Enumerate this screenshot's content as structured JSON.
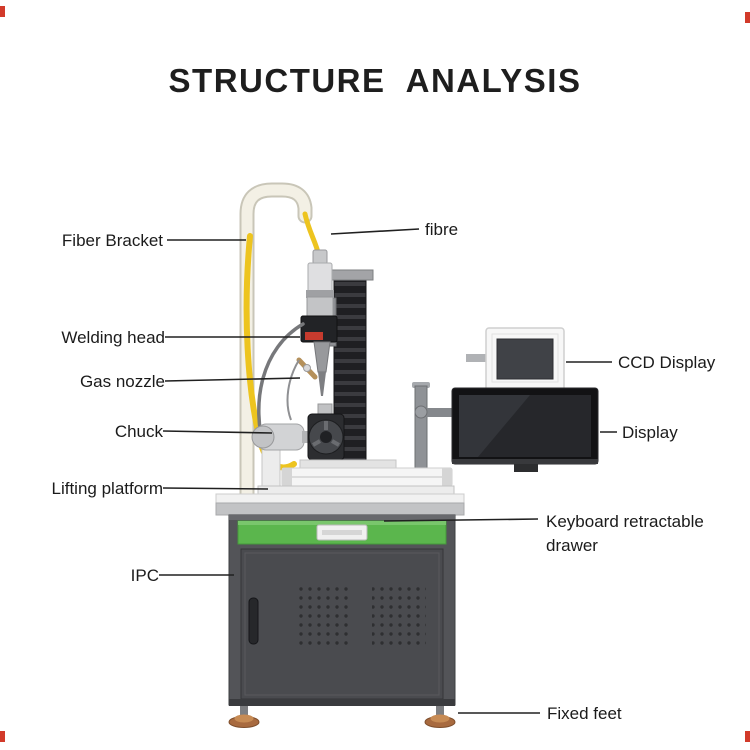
{
  "title": "STRUCTURE  ANALYSIS",
  "labels": {
    "fiber_bracket": "Fiber Bracket",
    "fibre": "fibre",
    "welding_head": "Welding head",
    "gas_nozzle": "Gas nozzle",
    "chuck": "Chuck",
    "lifting_platform": "Lifting platform",
    "ipc": "IPC",
    "ccd_display": "CCD Display",
    "display": "Display",
    "keyboard_drawer": "Keyboard retractable drawer",
    "fixed_feet": "Fixed feet"
  },
  "colors": {
    "background": "#ffffff",
    "text": "#1e1e1e",
    "leader_line": "#202020",
    "drawer_green": "#5bb64d",
    "cabinet_gray": "#535458",
    "fiber_yellow": "#edc41f",
    "fiber_tube_white": "#f3f0e5",
    "foot_orange": "#a86a3f",
    "corner_mark_red": "#d23a2a"
  }
}
